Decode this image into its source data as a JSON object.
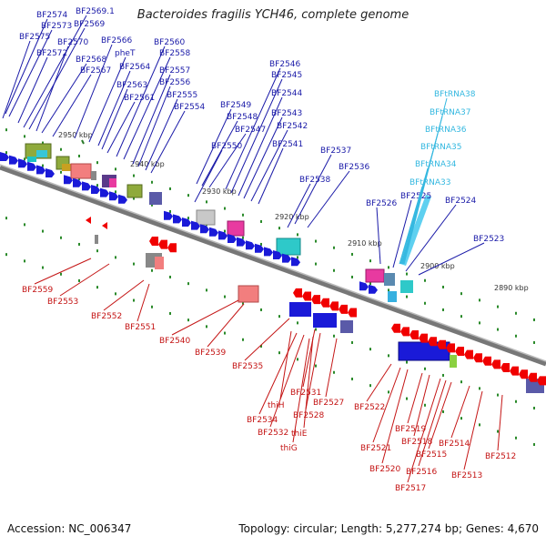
{
  "title": "Bacteroides fragilis YCH46, complete genome",
  "accession": "Accession: NC_006347",
  "summary": "Topology: circular; Length: 5,277,274 bp; Genes: 4,670",
  "colors": {
    "top_label": "#1a1aa8",
    "trna_label": "#34b8e0",
    "bottom_label": "#c41414"
  },
  "ruler": [
    {
      "label": "2950 kbp"
    },
    {
      "label": "2940 kbp"
    },
    {
      "label": "2930 kbp"
    },
    {
      "label": "2920 kbp"
    },
    {
      "label": "2910 kbp"
    },
    {
      "label": "2900 kbp"
    },
    {
      "label": "2890 kbp"
    }
  ],
  "top_genes": [
    "BF2574",
    "BF2573",
    "BF2575",
    "BF2572",
    "BF2569.1",
    "BF2569",
    "BF2570",
    "BF2568",
    "BF2567",
    "BF2566",
    "pheT",
    "BF2564",
    "BF2563",
    "BF2561",
    "BF2560",
    "BF2558",
    "BF2557",
    "BF2556",
    "BF2555",
    "BF2554",
    "BF2546",
    "BF2545",
    "BF2544",
    "BF2543",
    "BF2542",
    "BF2541",
    "BF2549",
    "BF2548",
    "BF2547",
    "BF2550",
    "BF2537",
    "BF2536",
    "BF2538",
    "BF2526",
    "BF2525",
    "BF2524",
    "BF2523"
  ],
  "trna_genes": [
    "BFtRNA38",
    "BFtRNA37",
    "BFtRNA36",
    "BFtRNA35",
    "BFtRNA34",
    "BFtRNA33"
  ],
  "bottom_genes": [
    "BF2559",
    "BF2553",
    "BF2552",
    "BF2551",
    "BF2540",
    "BF2539",
    "BF2535",
    "thiH",
    "BF2534",
    "BF2532",
    "thiE",
    "thiG",
    "BF2531",
    "BF2528",
    "BF2527",
    "BF2522",
    "BF2521",
    "BF2520",
    "BF2519",
    "BF2518",
    "BF2517",
    "BF2516",
    "BF2515",
    "BF2514",
    "BF2513",
    "BF2512"
  ]
}
